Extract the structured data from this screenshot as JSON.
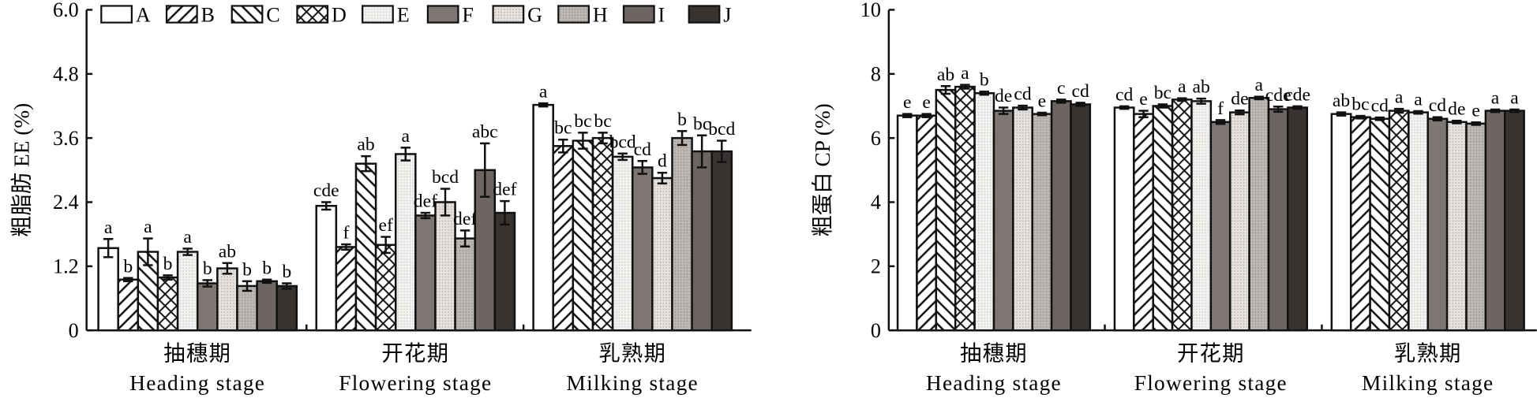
{
  "chart_data": [
    {
      "type": "bar",
      "ylabel": "粗脂肪 EE (%)",
      "ylim": [
        0,
        6.0
      ],
      "yticks": [
        "0",
        "1.2",
        "2.4",
        "3.6",
        "4.8",
        "6.0"
      ],
      "ytick_values": [
        0,
        1.2,
        2.4,
        3.6,
        4.8,
        6.0
      ],
      "legend": [
        "A",
        "B",
        "C",
        "D",
        "E",
        "F",
        "G",
        "H",
        "I",
        "J"
      ],
      "legend_position": "top",
      "categories": [
        [
          "抽穗期",
          "Heading stage"
        ],
        [
          "开花期",
          "Flowering stage"
        ],
        [
          "乳熟期",
          "Milking stage"
        ]
      ],
      "values": [
        [
          1.54,
          0.95,
          1.47,
          0.99,
          1.47,
          0.88,
          1.16,
          0.83,
          0.92,
          0.83
        ],
        [
          2.33,
          1.56,
          3.12,
          1.6,
          3.3,
          2.15,
          2.4,
          1.72,
          3.0,
          2.2
        ],
        [
          4.22,
          3.45,
          3.55,
          3.6,
          3.25,
          3.05,
          2.85,
          3.6,
          3.35,
          3.35
        ]
      ],
      "errors": [
        [
          0.17,
          0.03,
          0.25,
          0.04,
          0.06,
          0.06,
          0.1,
          0.09,
          0.03,
          0.05
        ],
        [
          0.07,
          0.05,
          0.14,
          0.15,
          0.12,
          0.05,
          0.25,
          0.15,
          0.5,
          0.22
        ],
        [
          0.03,
          0.12,
          0.15,
          0.1,
          0.06,
          0.12,
          0.1,
          0.13,
          0.3,
          0.2
        ]
      ],
      "letters": [
        [
          "a",
          "b",
          "a",
          "b",
          "a",
          "b",
          "ab",
          "b",
          "b",
          "b"
        ],
        [
          "cde",
          "f",
          "ab",
          "ef",
          "a",
          "def",
          "bcd",
          "def",
          "abc",
          "def"
        ],
        [
          "a",
          "bc",
          "bc",
          "bc",
          "bcd",
          "cd",
          "d",
          "b",
          "bc",
          "bcd"
        ]
      ]
    },
    {
      "type": "bar",
      "ylabel": "粗蛋白 CP (%)",
      "ylim": [
        0,
        10
      ],
      "yticks": [
        "0",
        "2",
        "4",
        "6",
        "8",
        "10"
      ],
      "ytick_values": [
        0,
        2,
        4,
        6,
        8,
        10
      ],
      "categories": [
        [
          "抽穗期",
          "Heading stage"
        ],
        [
          "开花期",
          "Flowering stage"
        ],
        [
          "乳熟期",
          "Milking stage"
        ]
      ],
      "values": [
        [
          6.7,
          6.7,
          7.5,
          7.6,
          7.4,
          6.85,
          6.95,
          6.75,
          7.15,
          7.05
        ],
        [
          6.95,
          6.75,
          7.0,
          7.2,
          7.15,
          6.5,
          6.8,
          7.25,
          6.9,
          6.95
        ],
        [
          6.75,
          6.65,
          6.6,
          6.85,
          6.8,
          6.6,
          6.5,
          6.45,
          6.85,
          6.85
        ]
      ],
      "errors": [
        [
          0.05,
          0.05,
          0.12,
          0.06,
          0.05,
          0.1,
          0.06,
          0.04,
          0.05,
          0.05
        ],
        [
          0.04,
          0.1,
          0.05,
          0.04,
          0.08,
          0.06,
          0.06,
          0.04,
          0.08,
          0.04
        ],
        [
          0.05,
          0.04,
          0.04,
          0.06,
          0.04,
          0.05,
          0.04,
          0.04,
          0.04,
          0.04
        ]
      ],
      "letters": [
        [
          "e",
          "e",
          "ab",
          "a",
          "b",
          "de",
          "cd",
          "e",
          "c",
          "cd"
        ],
        [
          "cd",
          "e",
          "bc",
          "a",
          "ab",
          "f",
          "de",
          "a",
          "cde",
          "cde"
        ],
        [
          "ab",
          "bc",
          "cd",
          "a",
          "a",
          "cd",
          "de",
          "e",
          "a",
          "a"
        ]
      ]
    }
  ],
  "colors": {
    "A": "#ffffff",
    "E": "#f1efed",
    "F": "#7d7672",
    "G": "#e0ddda",
    "H": "#b7b1ad",
    "I": "#6c6562",
    "J": "#383331",
    "stroke": "#111111"
  }
}
